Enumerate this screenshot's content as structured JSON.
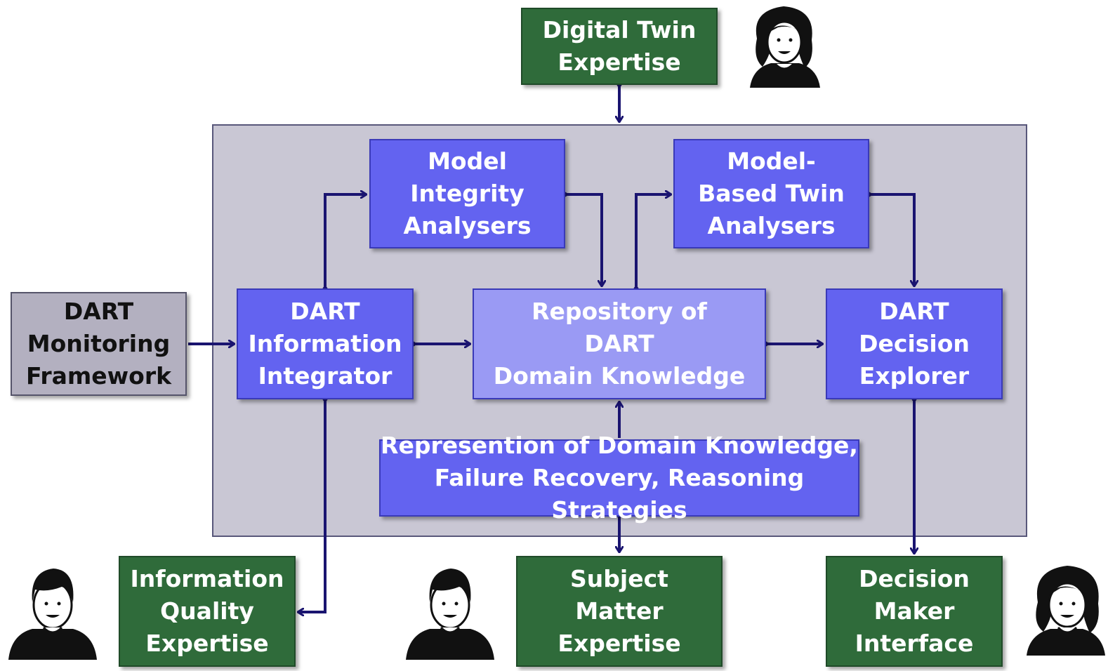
{
  "colors": {
    "expertise_box": "#2f6b3a",
    "component_box": "#6363f0",
    "repository_box": "#9a9af4",
    "monitoring_box": "#b3b0c0",
    "system_boundary": "#c9c7d4",
    "arrow": "#1a1470"
  },
  "boxes": {
    "digital_twin_expertise": "Digital Twin\nExpertise",
    "model_integrity_analysers": "Model\nIntegrity\nAnalysers",
    "model_based_twin_analysers": "Model-\nBased Twin\nAnalysers",
    "dart_monitoring_framework": "DART\nMonitoring\nFramework",
    "dart_information_integrator": "DART\nInformation\nIntegrator",
    "repository_domain_knowledge": "Repository of\nDART\nDomain Knowledge",
    "dart_decision_explorer": "DART\nDecision\nExplorer",
    "representation_domain_knowledge": "Represention of Domain Knowledge,\nFailure Recovery, Reasoning Strategies",
    "information_quality_expertise": "Information\nQuality\nExpertise",
    "subject_matter_expertise": "Subject\nMatter\nExpertise",
    "decision_maker_interface": "Decision\nMaker\nInterface"
  },
  "icons": [
    "female-person-icon",
    "male-person-icon",
    "male-person-icon",
    "female-person-icon"
  ]
}
